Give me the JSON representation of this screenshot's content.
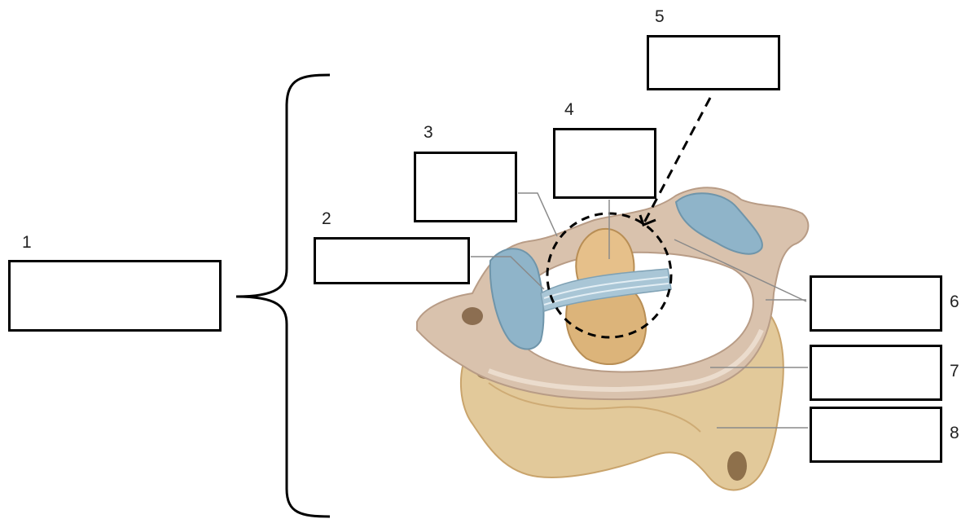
{
  "labels": [
    {
      "id": "1",
      "number": "1",
      "answer": ""
    },
    {
      "id": "2",
      "number": "2",
      "answer": ""
    },
    {
      "id": "3",
      "number": "3",
      "answer": ""
    },
    {
      "id": "4",
      "number": "4",
      "answer": ""
    },
    {
      "id": "5",
      "number": "5",
      "answer": ""
    },
    {
      "id": "6",
      "number": "6",
      "answer": ""
    },
    {
      "id": "7",
      "number": "7",
      "answer": ""
    },
    {
      "id": "8",
      "number": "8",
      "answer": ""
    }
  ],
  "colors": {
    "bone": "#e2c99a",
    "bone_shadow": "#c9a46c",
    "atlas": "#d9c2ad",
    "atlas_shadow": "#b89c86",
    "cartilage": "#8fb4c9",
    "ligament": "#a9c6d6",
    "leader_line": "#8a8a8a",
    "box_border": "#000000"
  }
}
